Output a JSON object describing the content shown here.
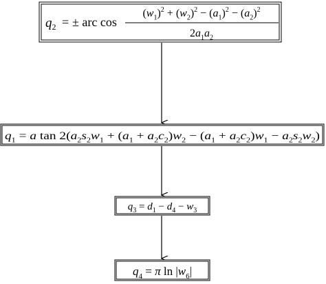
{
  "equations": [
    {
      "id": "q2",
      "lhs": "q",
      "lhs_sub": "2",
      "eq": "=",
      "func": "± arc cos",
      "numerator": [
        {
          "t": "(",
          "i": false
        },
        {
          "t": "w",
          "i": true
        },
        {
          "t": "1",
          "i": false,
          "sub": true
        },
        {
          "t": ")",
          "i": false
        },
        {
          "t": "2",
          "i": false,
          "sup": true
        },
        {
          "t": " + (",
          "i": false
        },
        {
          "t": "w",
          "i": true
        },
        {
          "t": "2",
          "i": false,
          "sub": true
        },
        {
          "t": ")",
          "i": false
        },
        {
          "t": "2",
          "i": false,
          "sup": true
        },
        {
          "t": " − (",
          "i": false
        },
        {
          "t": "a",
          "i": true
        },
        {
          "t": "1",
          "i": false,
          "sub": true
        },
        {
          "t": ")",
          "i": false
        },
        {
          "t": "2",
          "i": false,
          "sup": true
        },
        {
          "t": " − (",
          "i": false
        },
        {
          "t": "a",
          "i": true
        },
        {
          "t": "2",
          "i": false,
          "sub": true
        },
        {
          "t": ")",
          "i": false
        },
        {
          "t": "2",
          "i": false,
          "sup": true
        }
      ],
      "denominator": [
        {
          "t": "2",
          "i": false
        },
        {
          "t": "a",
          "i": true
        },
        {
          "t": "1",
          "i": false,
          "sub": true
        },
        {
          "t": "a",
          "i": true
        },
        {
          "t": "2",
          "i": false,
          "sub": true
        }
      ]
    },
    {
      "id": "q1",
      "tokens": [
        {
          "t": "q",
          "i": true
        },
        {
          "t": "1",
          "i": false,
          "sub": true
        },
        {
          "t": " = ",
          "i": false
        },
        {
          "t": "a",
          "i": true
        },
        {
          "t": " tan 2(",
          "i": false
        },
        {
          "t": "a",
          "i": true
        },
        {
          "t": "2",
          "i": false,
          "sub": true
        },
        {
          "t": "s",
          "i": true
        },
        {
          "t": "2",
          "i": false,
          "sub": true
        },
        {
          "t": "w",
          "i": true
        },
        {
          "t": "1",
          "i": false,
          "sub": true
        },
        {
          "t": " + (",
          "i": false
        },
        {
          "t": "a",
          "i": true
        },
        {
          "t": "1",
          "i": false,
          "sub": true
        },
        {
          "t": " + ",
          "i": false
        },
        {
          "t": "a",
          "i": true
        },
        {
          "t": "2",
          "i": false,
          "sub": true
        },
        {
          "t": "c",
          "i": true
        },
        {
          "t": "2",
          "i": false,
          "sub": true
        },
        {
          "t": ")",
          "i": false
        },
        {
          "t": "w",
          "i": true
        },
        {
          "t": "2",
          "i": false,
          "sub": true
        },
        {
          "t": " − (",
          "i": false
        },
        {
          "t": "a",
          "i": true
        },
        {
          "t": "1",
          "i": false,
          "sub": true
        },
        {
          "t": " + ",
          "i": false
        },
        {
          "t": "a",
          "i": true
        },
        {
          "t": "2",
          "i": false,
          "sub": true
        },
        {
          "t": "c",
          "i": true
        },
        {
          "t": "2",
          "i": false,
          "sub": true
        },
        {
          "t": ")",
          "i": false
        },
        {
          "t": "w",
          "i": true
        },
        {
          "t": "1",
          "i": false,
          "sub": true
        },
        {
          "t": " − ",
          "i": false
        },
        {
          "t": "a",
          "i": true
        },
        {
          "t": "2",
          "i": false,
          "sub": true
        },
        {
          "t": "s",
          "i": true
        },
        {
          "t": "2",
          "i": false,
          "sub": true
        },
        {
          "t": "w",
          "i": true
        },
        {
          "t": "2",
          "i": false,
          "sub": true
        },
        {
          "t": ")",
          "i": false
        }
      ]
    },
    {
      "id": "q3",
      "tokens": [
        {
          "t": "q",
          "i": true
        },
        {
          "t": "3",
          "i": false,
          "sub": true
        },
        {
          "t": " = ",
          "i": false
        },
        {
          "t": "d",
          "i": true
        },
        {
          "t": "1",
          "i": false,
          "sub": true
        },
        {
          "t": " − ",
          "i": false
        },
        {
          "t": "d",
          "i": true
        },
        {
          "t": "4",
          "i": false,
          "sub": true
        },
        {
          "t": " − ",
          "i": false
        },
        {
          "t": "w",
          "i": true
        },
        {
          "t": "3",
          "i": false,
          "sub": true
        }
      ]
    },
    {
      "id": "q4",
      "tokens": [
        {
          "t": "q",
          "i": true
        },
        {
          "t": "4",
          "i": false,
          "sub": true
        },
        {
          "t": " = ",
          "i": false
        },
        {
          "t": "π",
          "i": true
        },
        {
          "t": " ln ",
          "i": false
        },
        {
          "t": "|",
          "i": false
        },
        {
          "t": "w",
          "i": true
        },
        {
          "t": "6",
          "i": false,
          "sub": true
        },
        {
          "t": "|",
          "i": false
        }
      ]
    }
  ],
  "connections": [
    {
      "from": "q2",
      "to": "q1"
    },
    {
      "from": "q1",
      "to": "q3"
    },
    {
      "from": "q3",
      "to": "q4"
    }
  ]
}
